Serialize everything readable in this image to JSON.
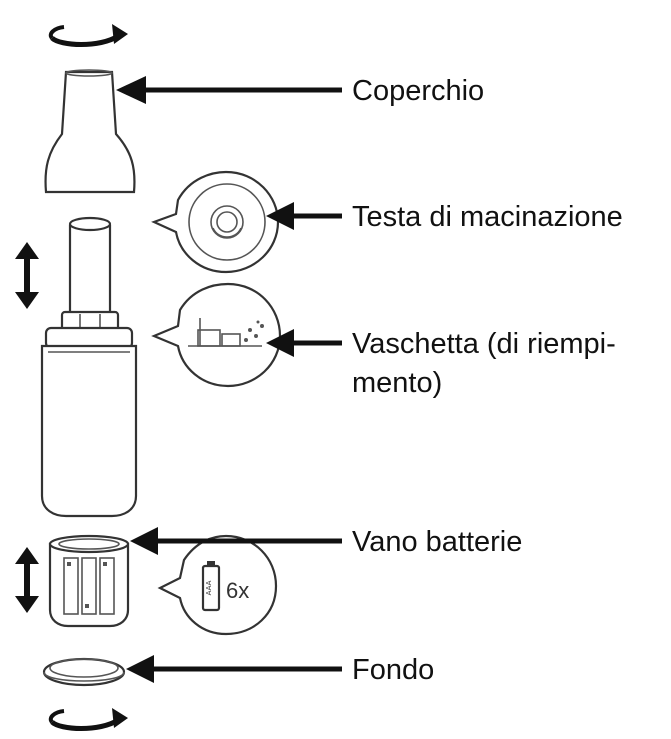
{
  "labels": {
    "lid": "Coperchio",
    "grinding_head": "Testa di macinazione",
    "container_line1": "Vaschetta (di riempi-",
    "container_line2": "mento)",
    "battery_compartment": "Vano batterie",
    "bottom": "Fondo"
  },
  "battery_callout": {
    "count": "6x",
    "cell_label": "AAA"
  },
  "icons": [
    "rotate-arrow-icon",
    "double-vertical-arrow-icon",
    "battery-icon",
    "pointer-arrow-icon"
  ]
}
